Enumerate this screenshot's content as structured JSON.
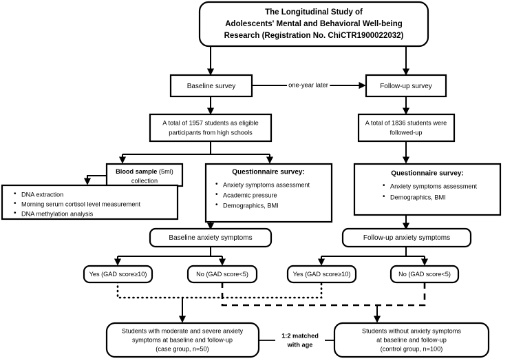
{
  "diagram": {
    "title": "Study flowchart",
    "nodes": {
      "study_title": {
        "lines": [
          "The Longitudinal Study of",
          "Adolescents' Mental and Behavioral Well-being",
          "Research (Registration No. ChiCTR1900022032)"
        ]
      },
      "baseline_survey": {
        "label": "Baseline survey"
      },
      "followup_survey": {
        "label": "Follow-up survey"
      },
      "baseline_total": {
        "lines": [
          "A total of 1957 students as eligible",
          "participants from high schools"
        ]
      },
      "followup_total": {
        "lines": [
          "A total of 1836 students were",
          "followed-up"
        ]
      },
      "blood_sample": {
        "bold_part": "Blood sample",
        "regular_part": " (5ml)",
        "line2": "collection"
      },
      "lab_analyses": {
        "items": [
          "DNA extraction",
          "Morning serum cortisol level measurement",
          "DNA methylation analysis"
        ]
      },
      "baseline_questionnaire": {
        "heading": "Questionnaire survey:",
        "items": [
          "Anxiety symptoms assessment",
          "Academic pressure",
          "Demographics, BMI"
        ]
      },
      "followup_questionnaire": {
        "heading": "Questionnaire survey:",
        "items": [
          "Anxiety symptoms assessment",
          "Demographics, BMI"
        ]
      },
      "baseline_anxiety": {
        "label": "Baseline anxiety symptoms"
      },
      "followup_anxiety": {
        "label": "Follow-up anxiety symptoms"
      },
      "baseline_yes": {
        "label": "Yes (GAD score≥10)"
      },
      "baseline_no": {
        "label": "No (GAD score<5)"
      },
      "followup_yes": {
        "label": "Yes (GAD score≥10)"
      },
      "followup_no": {
        "label": "No (GAD score<5)"
      },
      "case_group": {
        "lines": [
          "Students with  moderate and severe anxiety",
          "symptoms at baseline and follow-up",
          "(case group, n=50)"
        ]
      },
      "control_group": {
        "lines": [
          "Students without anxiety symptoms",
          "at baseline and follow-up",
          "(control group, n=100)"
        ]
      }
    },
    "edge_labels": {
      "one_year_later": "one-year later",
      "matched_line1": "1:2 matched",
      "matched_line2": "with age"
    },
    "bullet_glyph": "•",
    "colors": {
      "stroke": "#000000",
      "fill": "#ffffff",
      "text": "#000000"
    }
  }
}
